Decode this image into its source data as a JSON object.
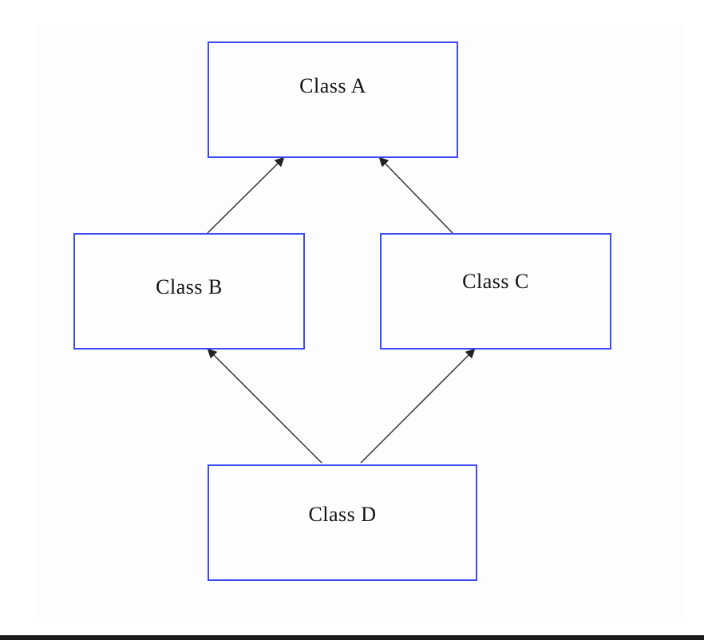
{
  "diagram": {
    "nodes": [
      {
        "id": "A",
        "label": "Class A"
      },
      {
        "id": "B",
        "label": "Class B"
      },
      {
        "id": "C",
        "label": "Class C"
      },
      {
        "id": "D",
        "label": "Class D"
      }
    ],
    "edges": [
      {
        "from": "B",
        "to": "A"
      },
      {
        "from": "C",
        "to": "A"
      },
      {
        "from": "D",
        "to": "B"
      },
      {
        "from": "D",
        "to": "C"
      }
    ],
    "colors": {
      "node_border": "#3a4bff",
      "edge": "#333333",
      "background": "#fdfdfd"
    }
  }
}
